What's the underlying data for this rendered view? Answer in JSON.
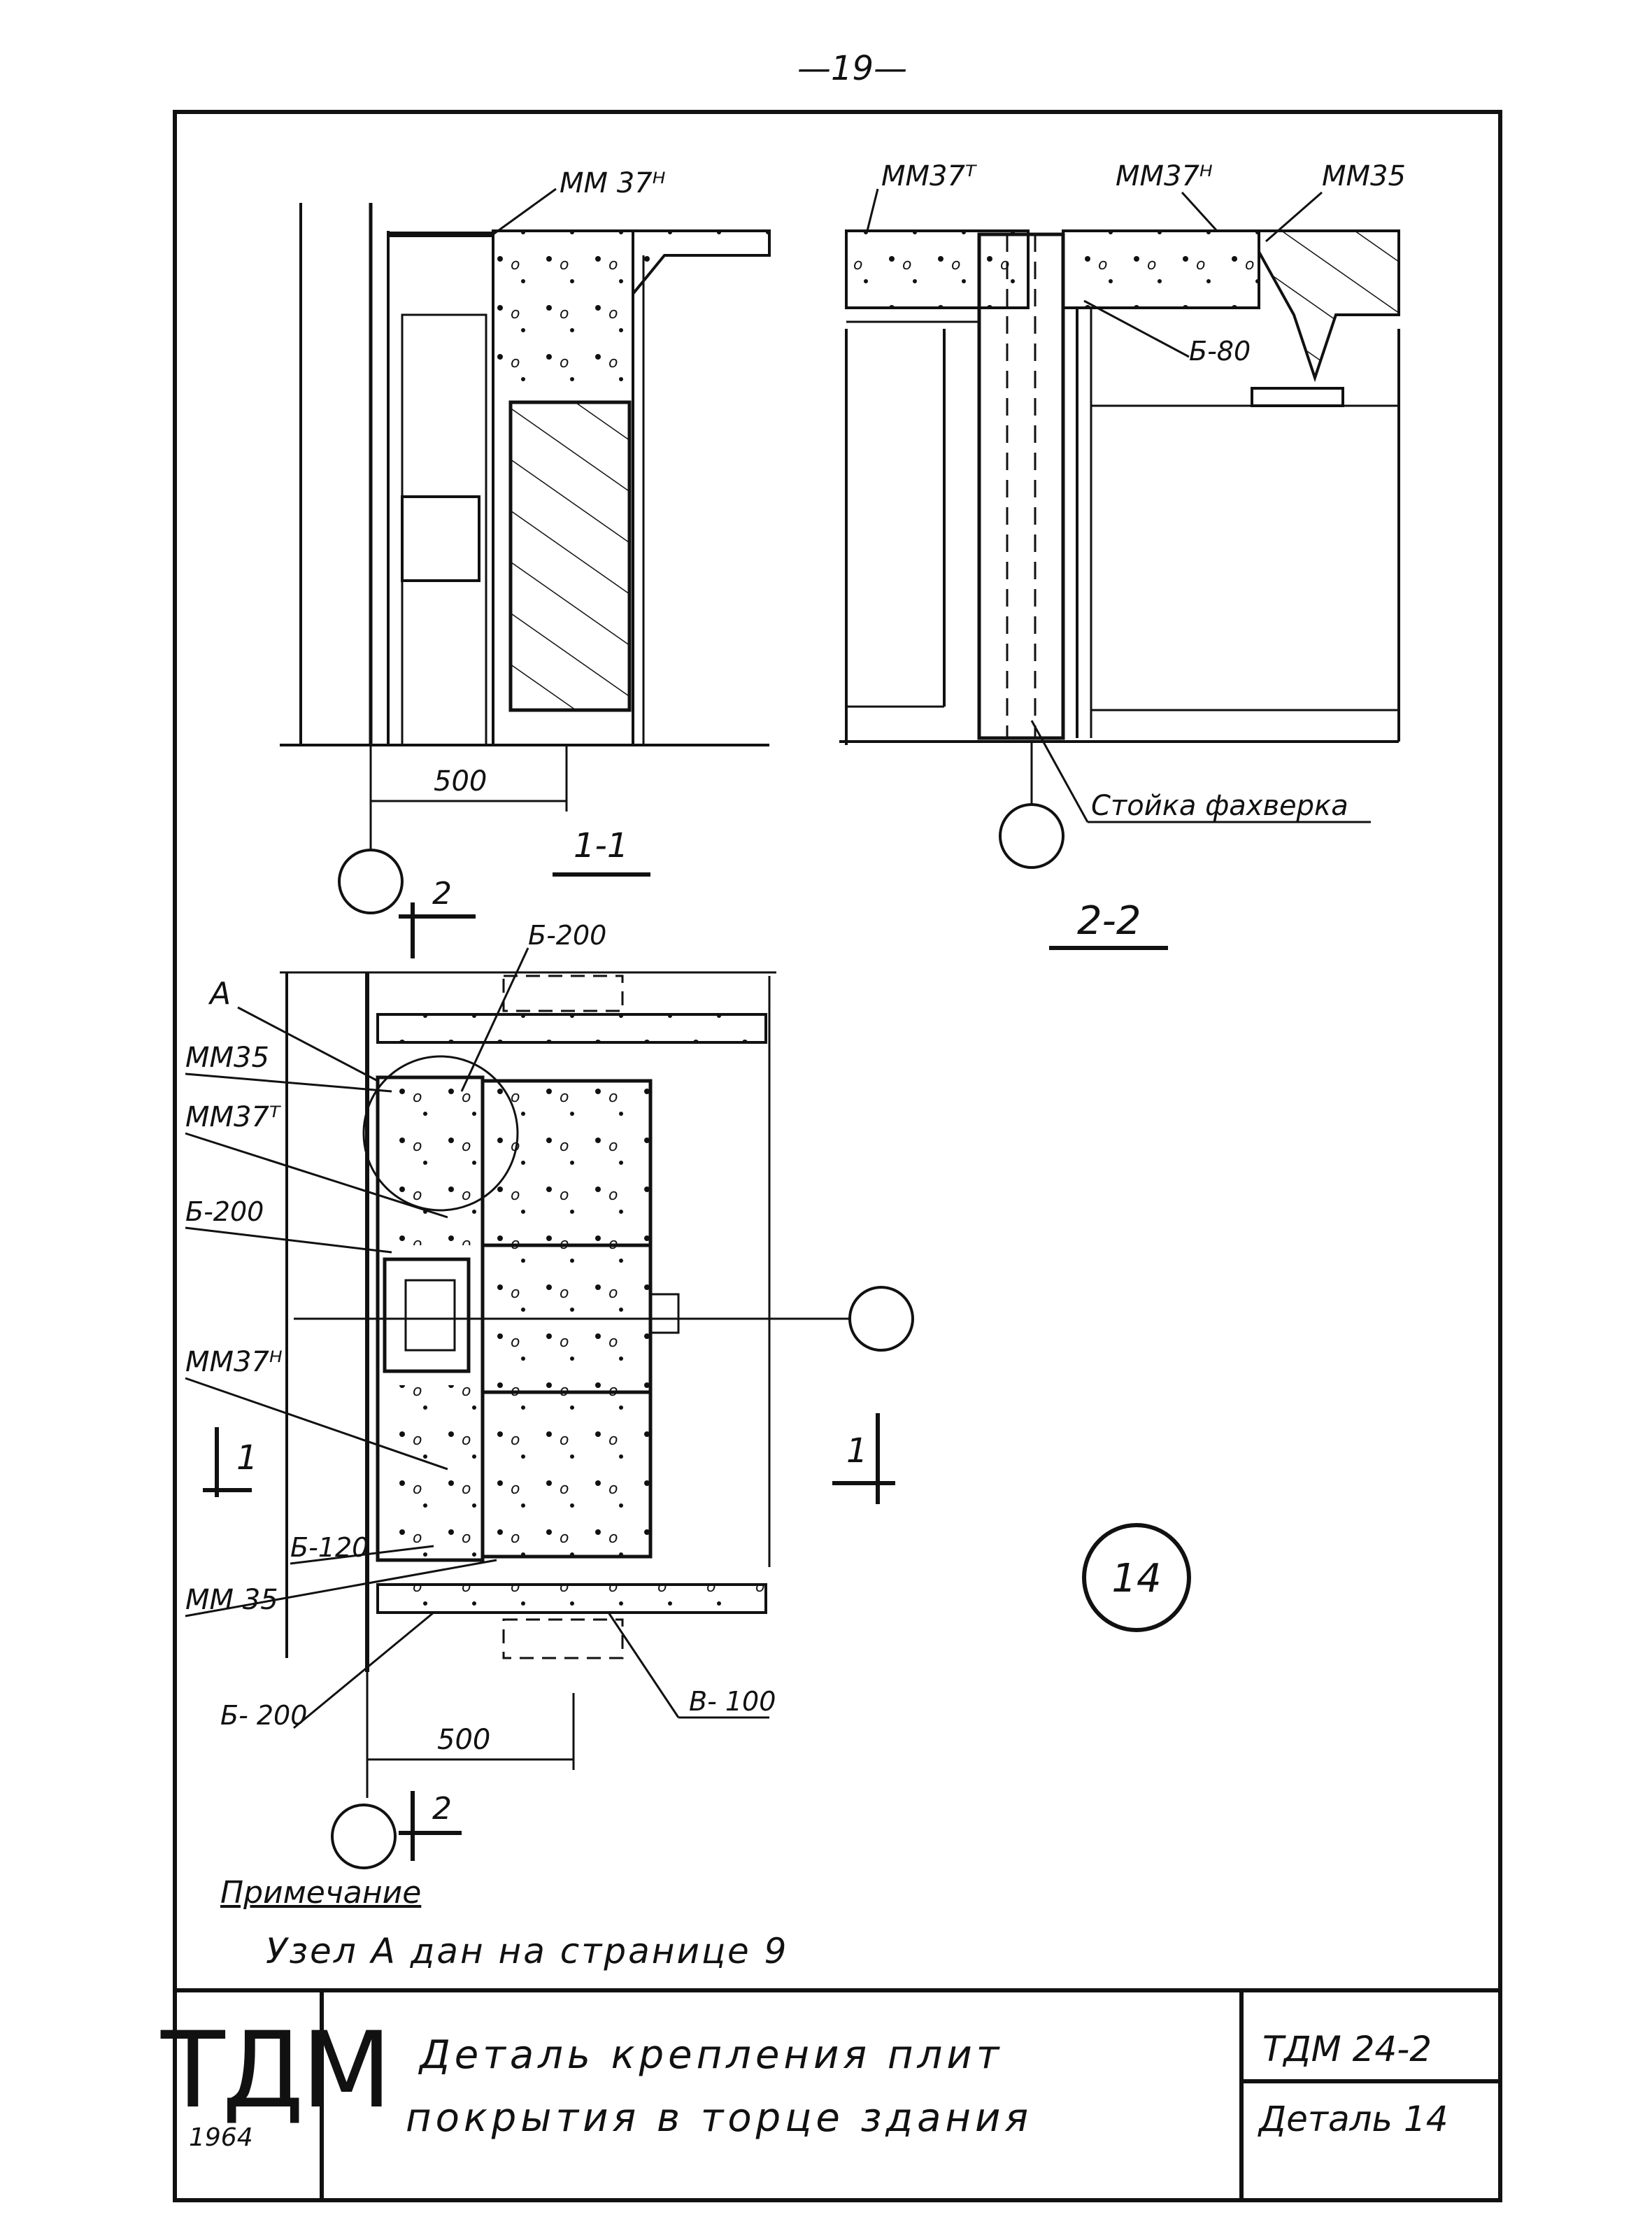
{
  "page": {
    "number": "19"
  },
  "sections": {
    "s11": {
      "title": "1-1",
      "dim": "500",
      "label_mm37n": "ММ 37ᴴ"
    },
    "s22": {
      "title": "2-2",
      "label_mm37t": "ММ37ᵀ",
      "label_mm37n": "ММ37ᴴ",
      "label_mm35": "ММ35",
      "label_b80": "Б-80",
      "label_post": "Стойка фахверка"
    },
    "plan": {
      "cut2_top": "2",
      "cut2_bottom": "2",
      "cut1_left": "1",
      "cut1_right": "1",
      "node": "А",
      "mm35_top": "ММ35",
      "mm37t": "ММ37ᵀ",
      "b200_mid": "Б-200",
      "mm37n": "ММ37ᴴ",
      "b120": "Б-120",
      "mm35_bot": "ММ 35",
      "b200_bot": "Б- 200",
      "b200_top": "Б-200",
      "b100": "В- 100",
      "dim": "500"
    }
  },
  "detail_badge": "14",
  "note": {
    "title": "Примечание",
    "text": "Узел А дан  на странице 9"
  },
  "title_block": {
    "logo": "ТДМ",
    "year": "1964",
    "title_line1": "Деталь крепления плит",
    "title_line2": "покрытия  в  торце здания",
    "code": "ТДМ 24-2",
    "sheet": "Деталь 14"
  },
  "colors": {
    "ink": "#111111",
    "paper": "#ffffff"
  }
}
